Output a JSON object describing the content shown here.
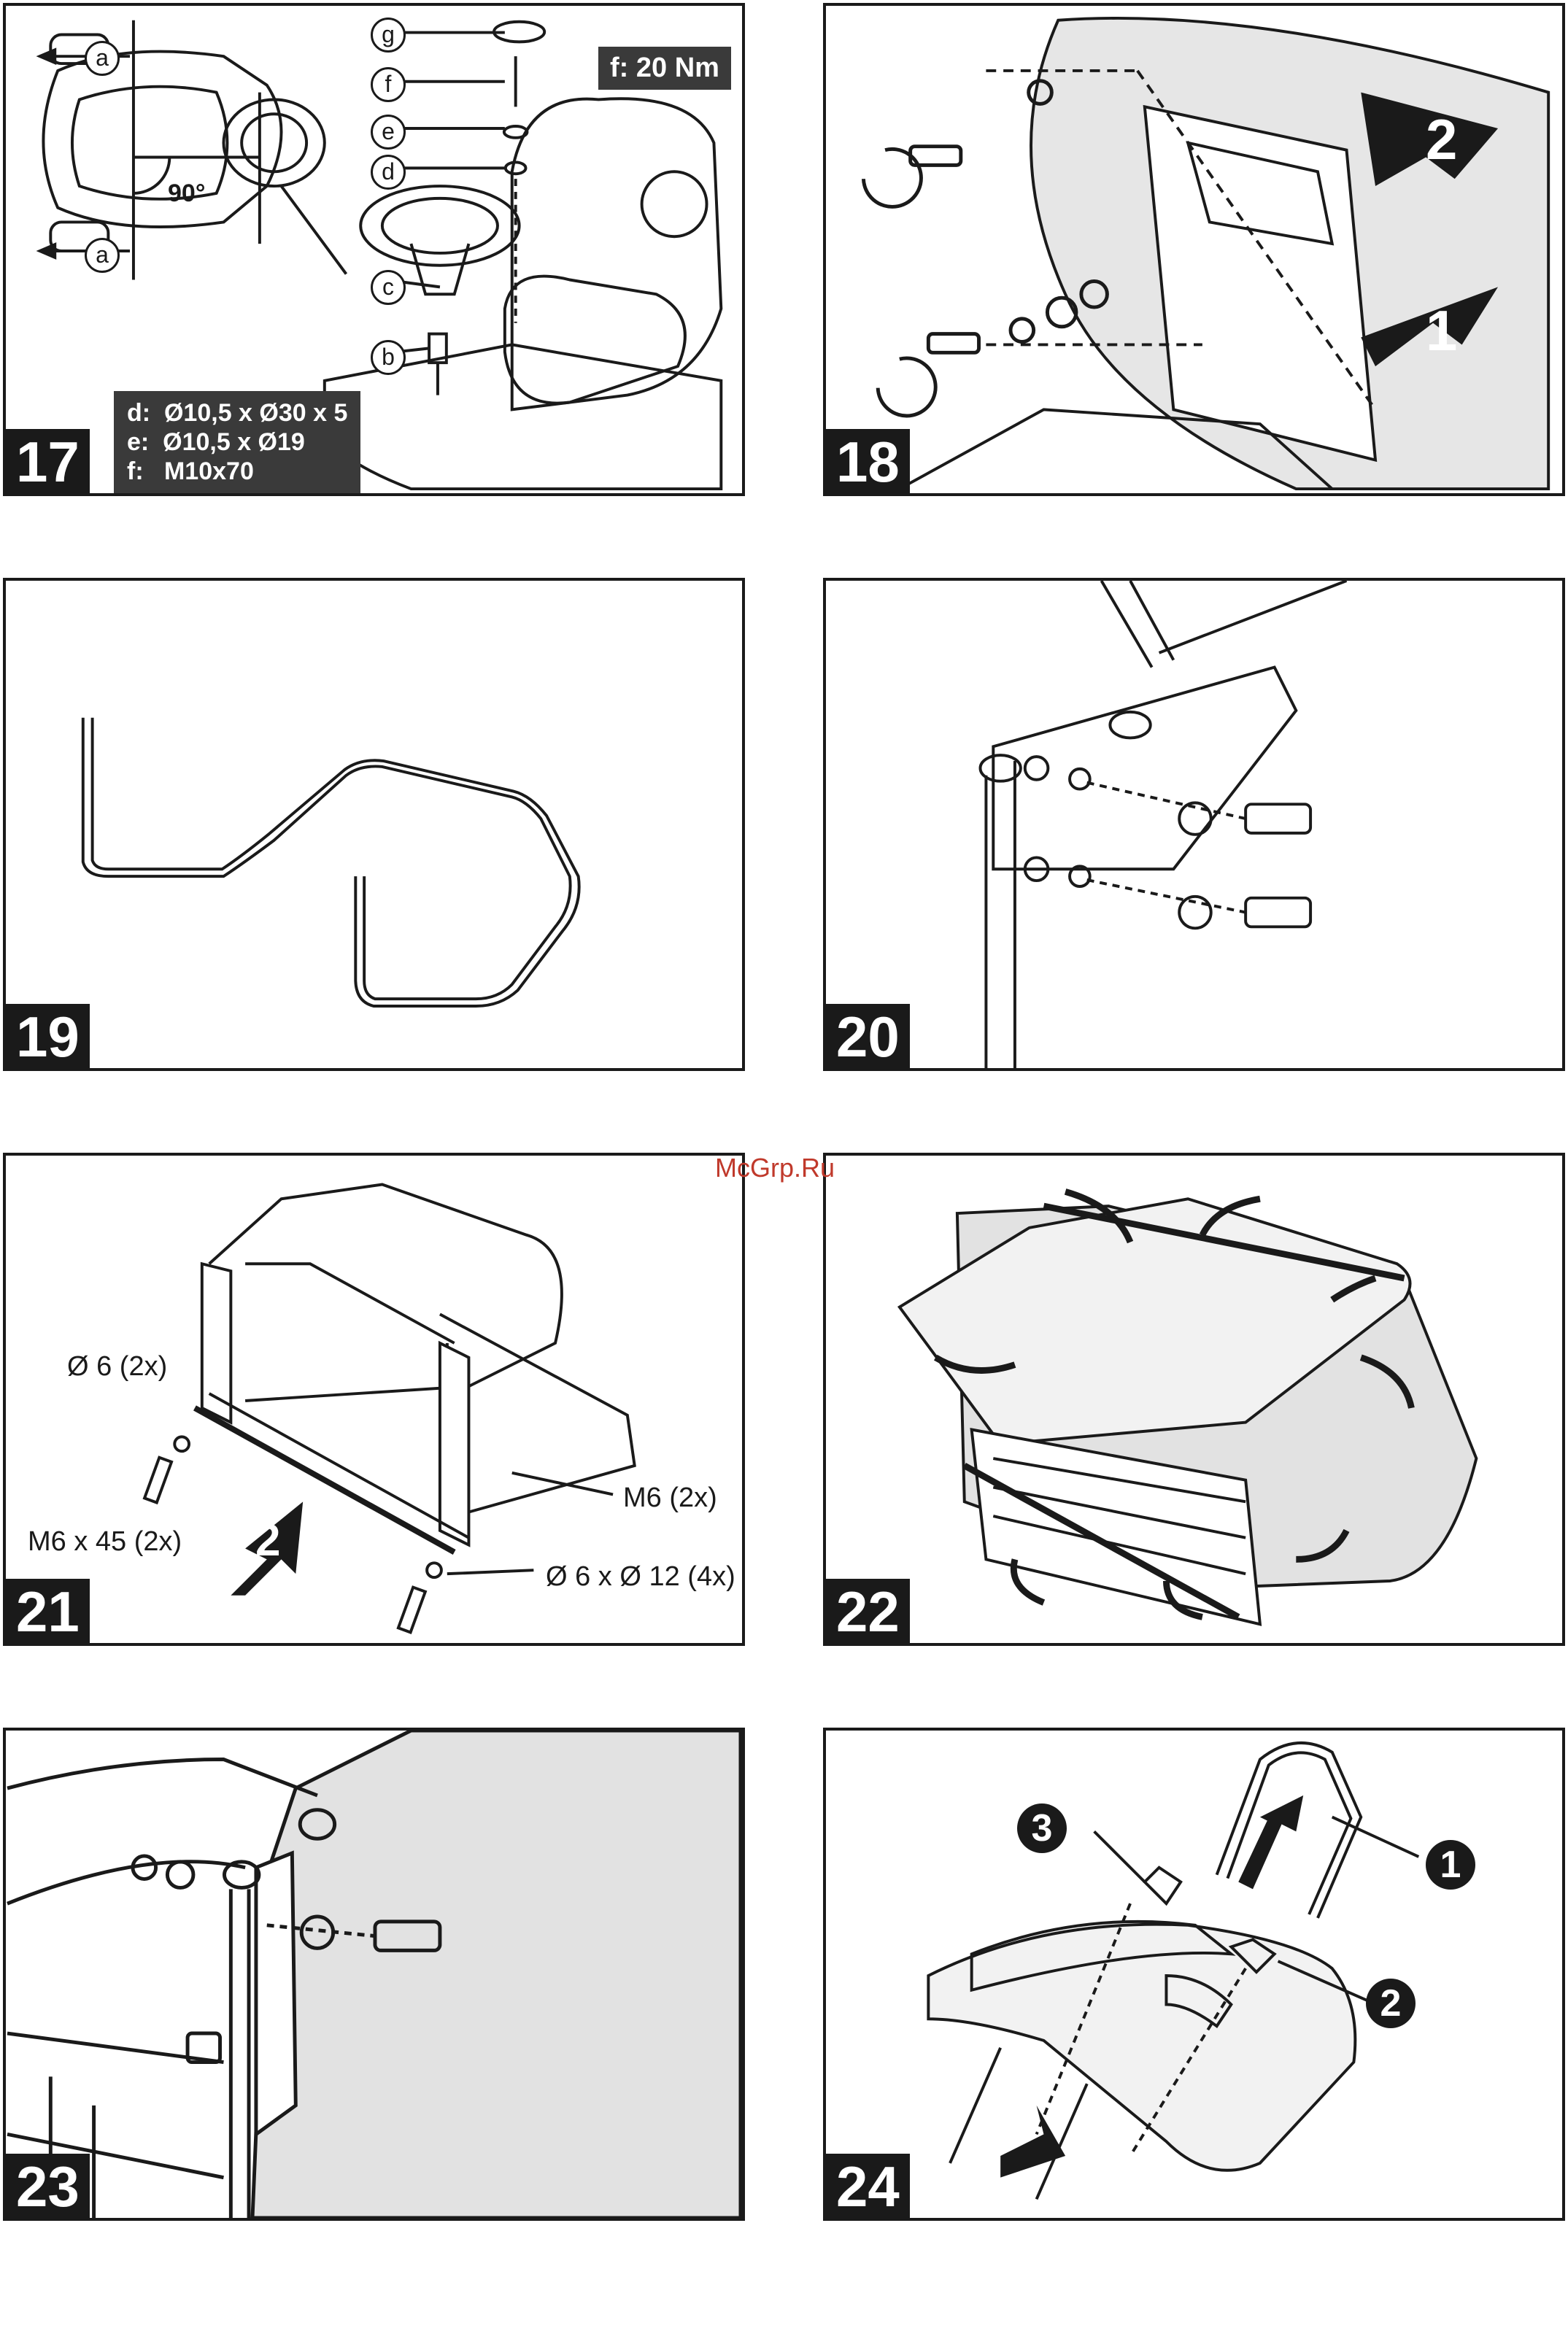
{
  "watermark": "McGrp.Ru",
  "panels": {
    "p17": {
      "number": "17",
      "torque": "f: 20 Nm",
      "specs": "d:  Ø10,5 x Ø30 x 5\ne:  Ø10,5 x Ø19\nf:   M10x70",
      "labels": [
        "a",
        "a",
        "b",
        "c",
        "d",
        "e",
        "f",
        "g"
      ],
      "angle": "90°"
    },
    "p18": {
      "number": "18",
      "step_a": "2",
      "step_b": "1"
    },
    "p19": {
      "number": "19"
    },
    "p20": {
      "number": "20"
    },
    "p21": {
      "number": "21",
      "hole": "Ø 6 (2x)",
      "nut": "M6 (2x)",
      "bolt": "M6 x 45 (2x)",
      "washer": "Ø 6 x Ø 12 (4x)",
      "step": "2"
    },
    "p22": {
      "number": "22"
    },
    "p23": {
      "number": "23"
    },
    "p24": {
      "number": "24",
      "c1": "1",
      "c2": "2",
      "c3": "3"
    }
  },
  "colors": {
    "ink": "#1a1a1a",
    "label_box": "#3a3a3a",
    "watermark": "#c0392b"
  }
}
